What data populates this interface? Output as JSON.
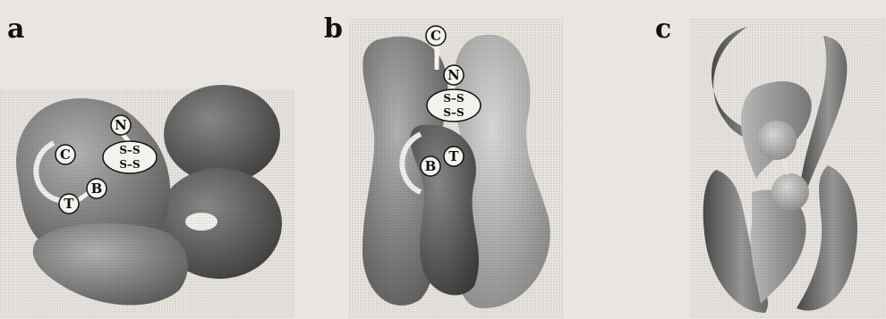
{
  "panels": [
    {
      "letter": "a"
    },
    {
      "letter": "b"
    },
    {
      "letter": "c"
    }
  ],
  "labels": {
    "N": "N",
    "C": "C",
    "B": "B",
    "T": "T",
    "ss_top": "S–S",
    "ss_bottom": "S–S"
  },
  "colors": {
    "background": "#e9e6e2",
    "dark_lobe": "#5e5e5e",
    "mid_lobe": "#8a8a8a",
    "light_lobe": "#bdbdbd",
    "label_fill": "#f4f2ee"
  }
}
